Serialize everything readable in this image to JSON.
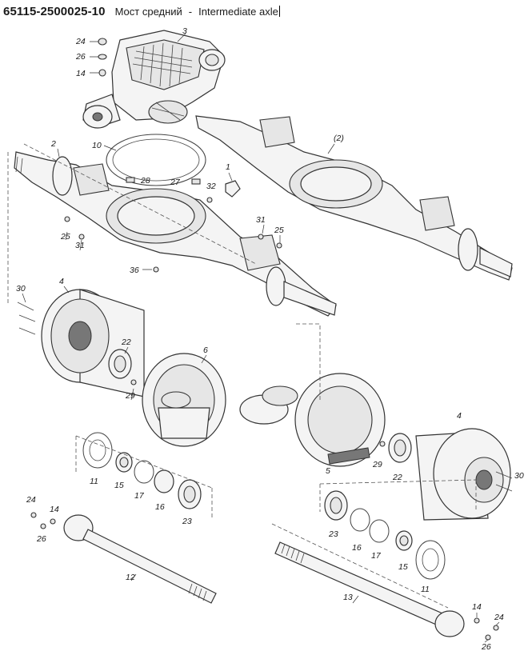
{
  "header": {
    "code": "65115-2500025-10",
    "title_ru": "Мост средний",
    "separator": "-",
    "title_en": "Intermediate axle"
  },
  "callouts": {
    "c24a": "24",
    "c26a": "26",
    "c14a": "14",
    "c3": "3",
    "c10": "10",
    "c2": "2",
    "c28": "28",
    "c27": "27",
    "c1": "1",
    "c32": "32",
    "c2p": "(2)",
    "c31a": "31",
    "c25a": "25",
    "c25b": "25",
    "c31b": "31",
    "c36": "36",
    "c30a": "30",
    "c4a": "4",
    "c22a": "22",
    "c6": "6",
    "c29a": "29",
    "c11a": "11",
    "c15a": "15",
    "c17a": "17",
    "c16a": "16",
    "c23a": "23",
    "c24b": "24",
    "c14b": "14",
    "c26b": "26",
    "c12": "12",
    "c5": "5",
    "c29b": "29",
    "c22b": "22",
    "c4b": "4",
    "c30b": "30",
    "c23b": "23",
    "c16b": "16",
    "c17b": "17",
    "c15b": "15",
    "c11b": "11",
    "c13": "13",
    "c14c": "14",
    "c24c": "24",
    "c26c": "26"
  }
}
